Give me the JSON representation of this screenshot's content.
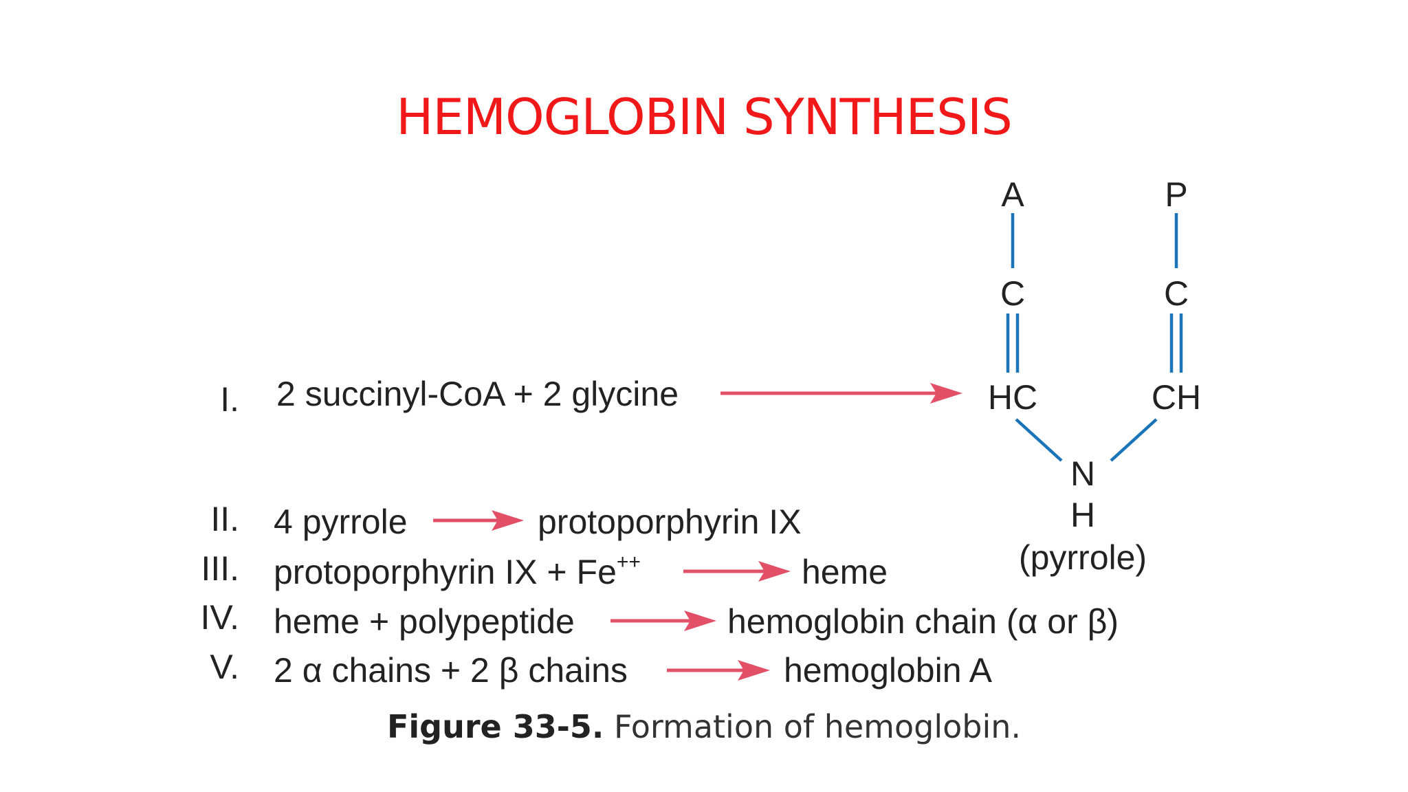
{
  "title": "HEMOGLOBIN SYNTHESIS",
  "steps": [
    {
      "numeral": "I.",
      "left": "2 succinyl-CoA + 2 glycine",
      "right": ""
    },
    {
      "numeral": "II.",
      "left": "4 pyrrole",
      "right": "protoporphyrin IX"
    },
    {
      "numeral": "III.",
      "left": "protoporphyrin IX + Fe",
      "left_sup": "++",
      "right": "heme"
    },
    {
      "numeral": "IV.",
      "left": "heme + polypeptide",
      "right": "hemoglobin chain (α or β)"
    },
    {
      "numeral": "V.",
      "left": "2 α chains + 2 β chains",
      "right": "hemoglobin A"
    }
  ],
  "pyrrole": {
    "a": "A",
    "p": "P",
    "c_left": "C",
    "c_right": "C",
    "hc": "HC",
    "ch": "CH",
    "n": "N",
    "h": "H",
    "label": "(pyrrole)"
  },
  "caption": {
    "figure": "Figure 33-5.",
    "text": "Formation of hemoglobin."
  },
  "colors": {
    "title": "#f01818",
    "arrow": "#e25068",
    "bond": "#1a74b8"
  }
}
